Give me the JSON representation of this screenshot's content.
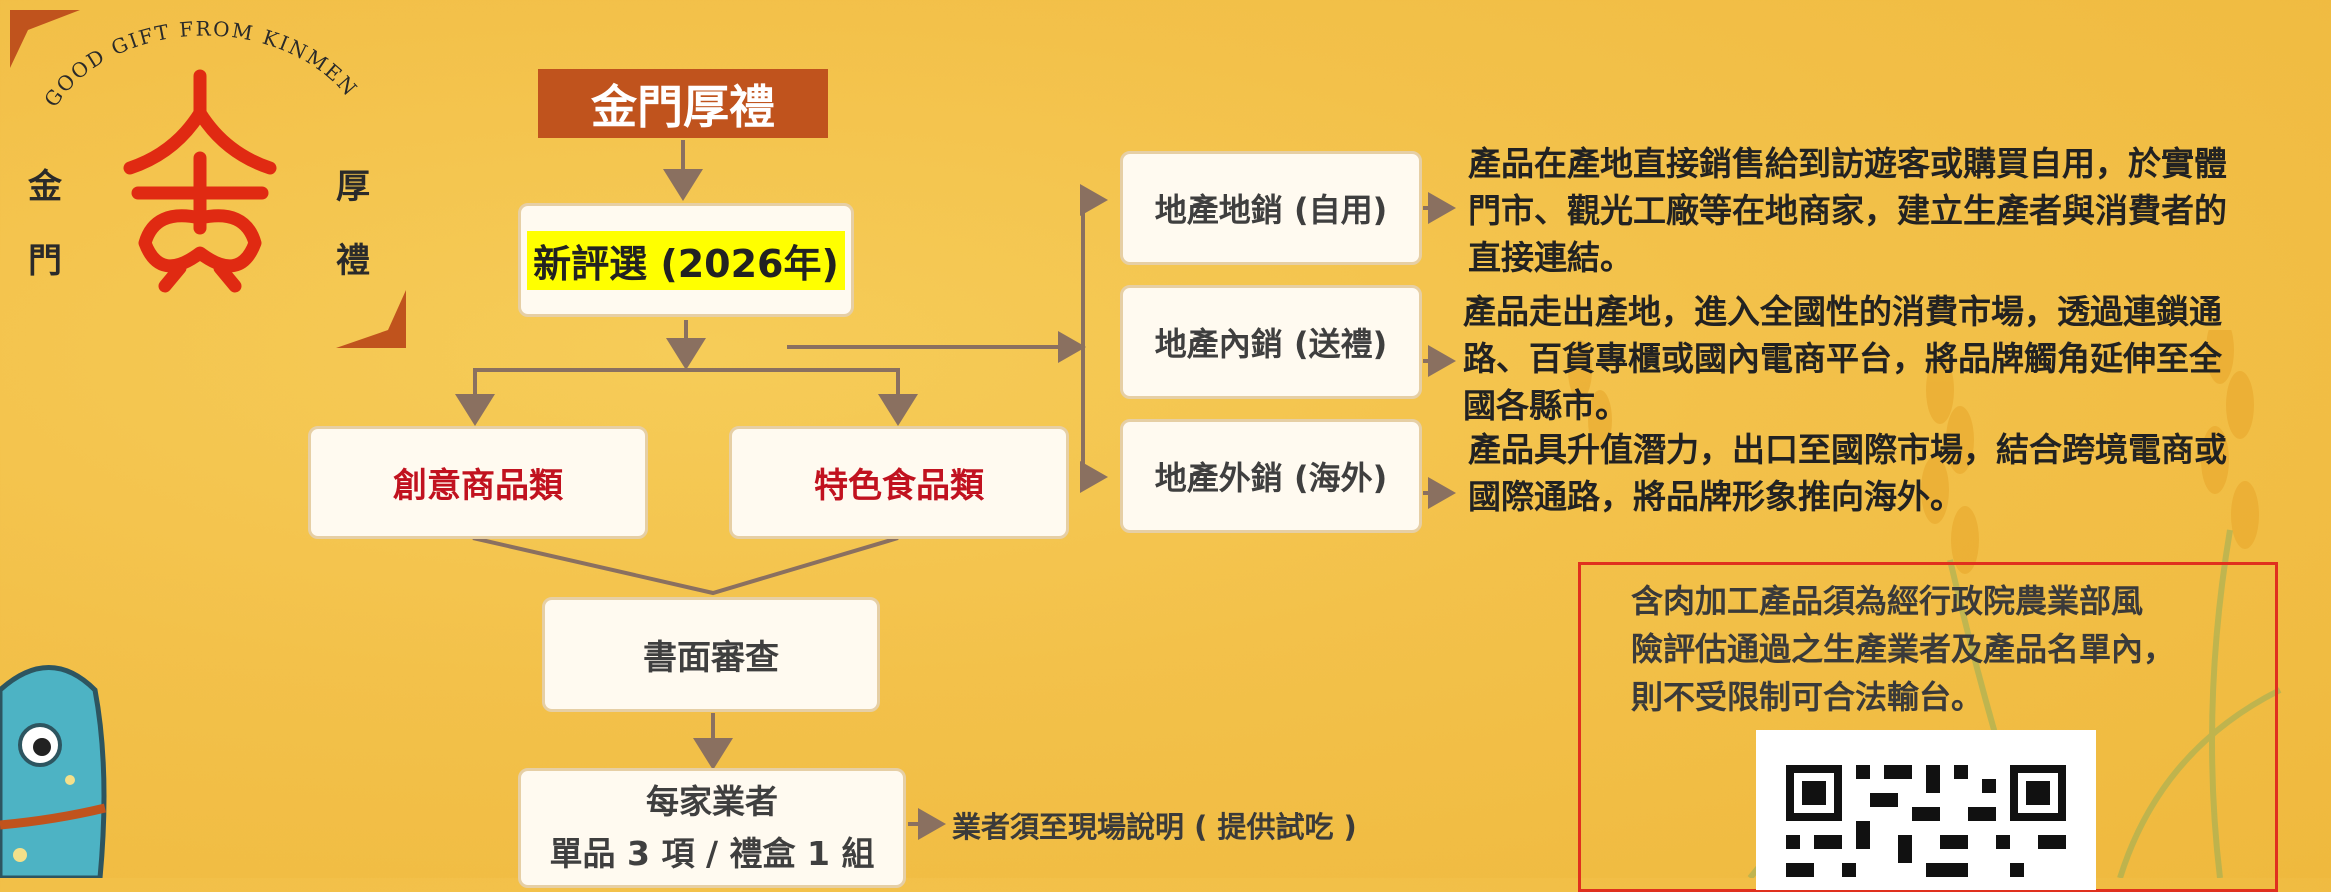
{
  "logo": {
    "arc_text": "GOOD GIFT FROM KINMEN",
    "left_chars": [
      "金",
      "門"
    ],
    "right_chars": [
      "厚",
      "禮"
    ]
  },
  "flow": {
    "title": "金門厚禮",
    "new_selection": "新評選 (2026年)",
    "category_1": "創意商品類",
    "category_2": "特色食品類",
    "review": "書面審查",
    "submission_line1": "每家業者",
    "submission_line2": "單品 3 項 / 禮盒 1 組",
    "onsite_note": "業者須至現場說明 ( 提供試吃 )"
  },
  "channels": [
    {
      "label": "地產地銷 (自用)",
      "desc_lines": [
        "產品在產地直接銷售給到訪遊客或購買自用，於實體",
        "門市、觀光工廠等在地商家，建立生產者與消費者的",
        "直接連結。"
      ]
    },
    {
      "label": "地產內銷 (送禮)",
      "desc_lines": [
        "產品走出產地，進入全國性的消費市場，透過連鎖通",
        "路、百貨專櫃或國內電商平台，將品牌觸角延伸至全",
        "國各縣市。"
      ]
    },
    {
      "label": "地產外銷 (海外)",
      "desc_lines": [
        "產品具升值潛力，出口至國際市場，結合跨境電商或",
        "國際通路，將品牌形象推向海外。"
      ]
    }
  ],
  "notice": {
    "lines": [
      "含肉加工產品須為經行政院農業部風",
      "險評估通過之生產業者及產品名單內，",
      "則不受限制可合法輸台。"
    ]
  },
  "colors": {
    "background": "#f3c14a",
    "title_bg": "#c0531d",
    "arrow": "#8a7060",
    "highlight": "#ffff00",
    "accent_red": "#e02a12",
    "notice_border": "#e0301e"
  }
}
